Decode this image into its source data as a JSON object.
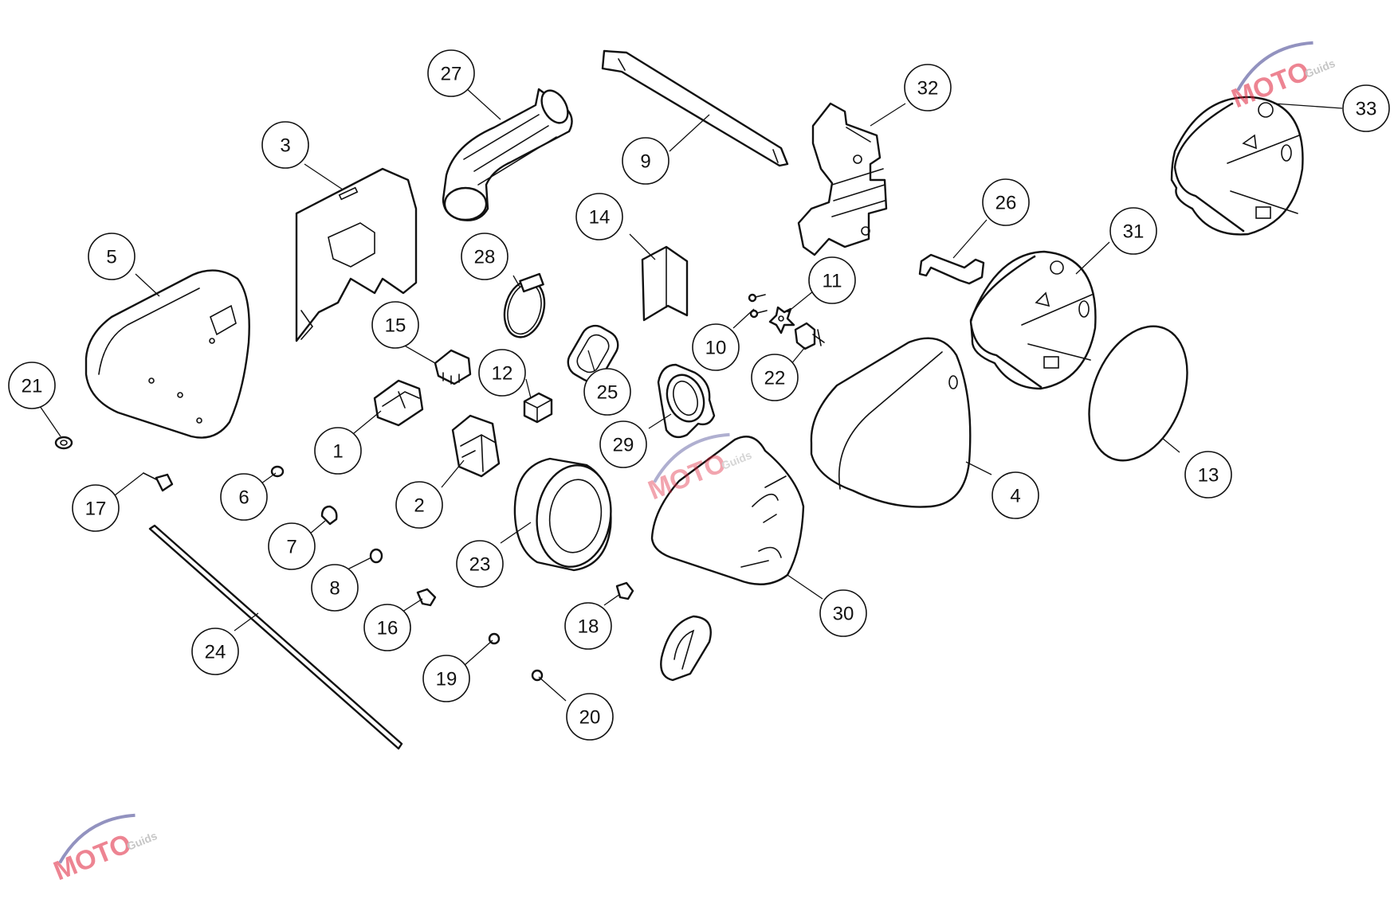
{
  "diagram": {
    "callouts": [
      {
        "id": "1",
        "label": "1"
      },
      {
        "id": "2",
        "label": "2"
      },
      {
        "id": "3",
        "label": "3"
      },
      {
        "id": "4",
        "label": "4"
      },
      {
        "id": "5",
        "label": "5"
      },
      {
        "id": "6",
        "label": "6"
      },
      {
        "id": "7",
        "label": "7"
      },
      {
        "id": "8",
        "label": "8"
      },
      {
        "id": "9",
        "label": "9"
      },
      {
        "id": "10",
        "label": "10"
      },
      {
        "id": "11",
        "label": "11"
      },
      {
        "id": "12",
        "label": "12"
      },
      {
        "id": "13",
        "label": "13"
      },
      {
        "id": "14",
        "label": "14"
      },
      {
        "id": "15",
        "label": "15"
      },
      {
        "id": "16",
        "label": "16"
      },
      {
        "id": "17",
        "label": "17"
      },
      {
        "id": "18",
        "label": "18"
      },
      {
        "id": "19",
        "label": "19"
      },
      {
        "id": "20",
        "label": "20"
      },
      {
        "id": "21",
        "label": "21"
      },
      {
        "id": "22",
        "label": "22"
      },
      {
        "id": "23",
        "label": "23"
      },
      {
        "id": "24",
        "label": "24"
      },
      {
        "id": "25",
        "label": "25"
      },
      {
        "id": "26",
        "label": "26"
      },
      {
        "id": "27",
        "label": "27"
      },
      {
        "id": "28",
        "label": "28"
      },
      {
        "id": "29",
        "label": "29"
      },
      {
        "id": "30",
        "label": "30"
      },
      {
        "id": "31",
        "label": "31"
      },
      {
        "id": "32",
        "label": "32"
      },
      {
        "id": "33",
        "label": "33"
      }
    ]
  },
  "watermark": {
    "brand": "MOTO",
    "sub": "Guids",
    "colors": {
      "swoosh": "#3a3a8c",
      "accent": "#e0203a",
      "text": "#c8c8c8"
    }
  }
}
